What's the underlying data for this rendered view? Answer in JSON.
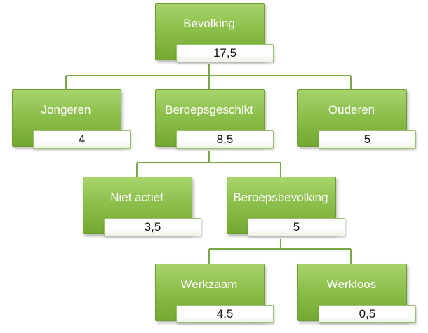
{
  "nodes": {
    "bevolking": {
      "label": "Bevolking",
      "value": "17,5"
    },
    "jongeren": {
      "label": "Jongeren",
      "value": "4"
    },
    "beroepsgeschikt": {
      "label": "Beroepsgeschikt",
      "value": "8,5"
    },
    "ouderen": {
      "label": "Ouderen",
      "value": "5"
    },
    "niet_actief": {
      "label": "Niet actief",
      "value": "3,5"
    },
    "beroepsbevolking": {
      "label": "Beroepsbevolking",
      "value": "5"
    },
    "werkzaam": {
      "label": "Werkzaam",
      "value": "4,5"
    },
    "werkloos": {
      "label": "Werkloos",
      "value": "0,5"
    }
  },
  "colors": {
    "node_fill": "#8dbf4c",
    "node_border": "#6d9d34",
    "connector": "#7aa844",
    "value_text": "#111111"
  }
}
